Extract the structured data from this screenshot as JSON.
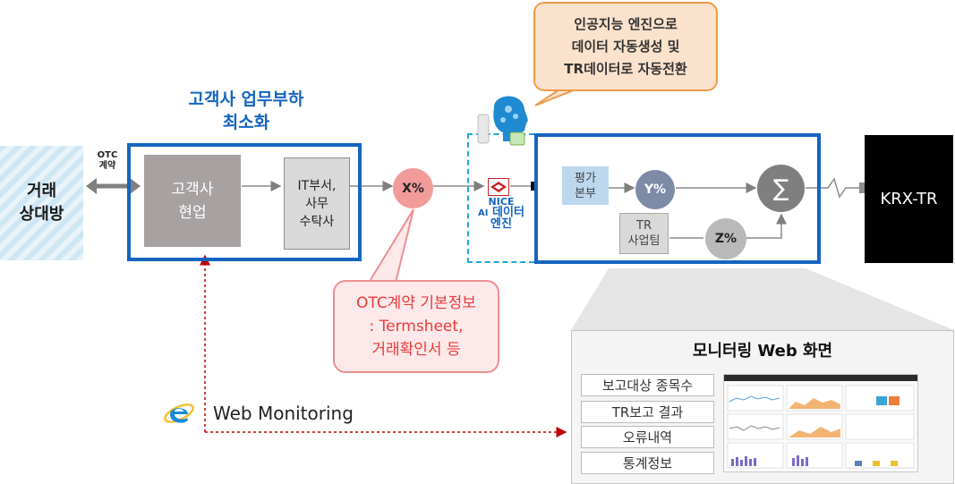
{
  "counterparty": {
    "line1": "거래",
    "line2": "상대방"
  },
  "otc_tag": {
    "line1": "OTC",
    "line2": "계약"
  },
  "goal": {
    "line1": "고객사 업무부하",
    "line2": "최소화"
  },
  "client_sales": {
    "line1": "고객사",
    "line2": "현업"
  },
  "it_dept": {
    "line1": "IT부서,",
    "line2": "사무",
    "line3": "수탁사"
  },
  "x_pct": "X%",
  "y_pct": "Y%",
  "z_pct": "Z%",
  "sigma": "∑",
  "eval_dept": {
    "line1": "평가",
    "line2": "본부"
  },
  "tr_team": {
    "line1": "TR",
    "line2": "사업팀"
  },
  "nice": {
    "top": "NICE",
    "prefix": "AI",
    "line1": "데이터",
    "line2": "엔진"
  },
  "krx": "KRX-TR",
  "ai_bubble": {
    "line1": "인공지능 엔진으로",
    "line2": "데이터 자동생성 및",
    "line3": "TR데이터로 자동전환"
  },
  "otc_bubble": {
    "line1": "OTC계약 기본정보",
    "line2": ": Termsheet,",
    "line3": "거래확인서 등"
  },
  "monitor": {
    "title": "모니터링 Web 화면",
    "menu": [
      "보고대상 종목수",
      "TR보고 결과",
      "오류내역",
      "통계정보"
    ]
  },
  "web_monitoring": "Web Monitoring",
  "colors": {
    "frame_blue": "#1565c0",
    "ai_dash": "#1ea6d9",
    "arrow_red": "#c00000",
    "bubble_orange": "#ee9b4b",
    "bubble_red": "#ec8f8f",
    "otc_text": "#e83b3b"
  }
}
